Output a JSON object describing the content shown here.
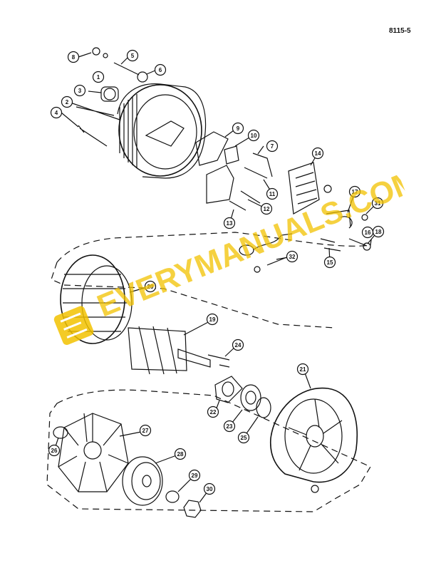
{
  "page_code": "8115-5",
  "callouts": [
    "1",
    "2",
    "3",
    "4",
    "5",
    "6",
    "7",
    "8",
    "9",
    "10",
    "11",
    "12",
    "13",
    "14",
    "15",
    "16",
    "17",
    "18",
    "19",
    "20",
    "21",
    "22",
    "23",
    "24",
    "25",
    "26",
    "27",
    "28",
    "29",
    "30",
    "31",
    "32"
  ],
  "watermark": {
    "text": "EVERYMANUALS.COM",
    "color": "#f2c200"
  },
  "colors": {
    "ink": "#111111",
    "paper": "#ffffff"
  }
}
